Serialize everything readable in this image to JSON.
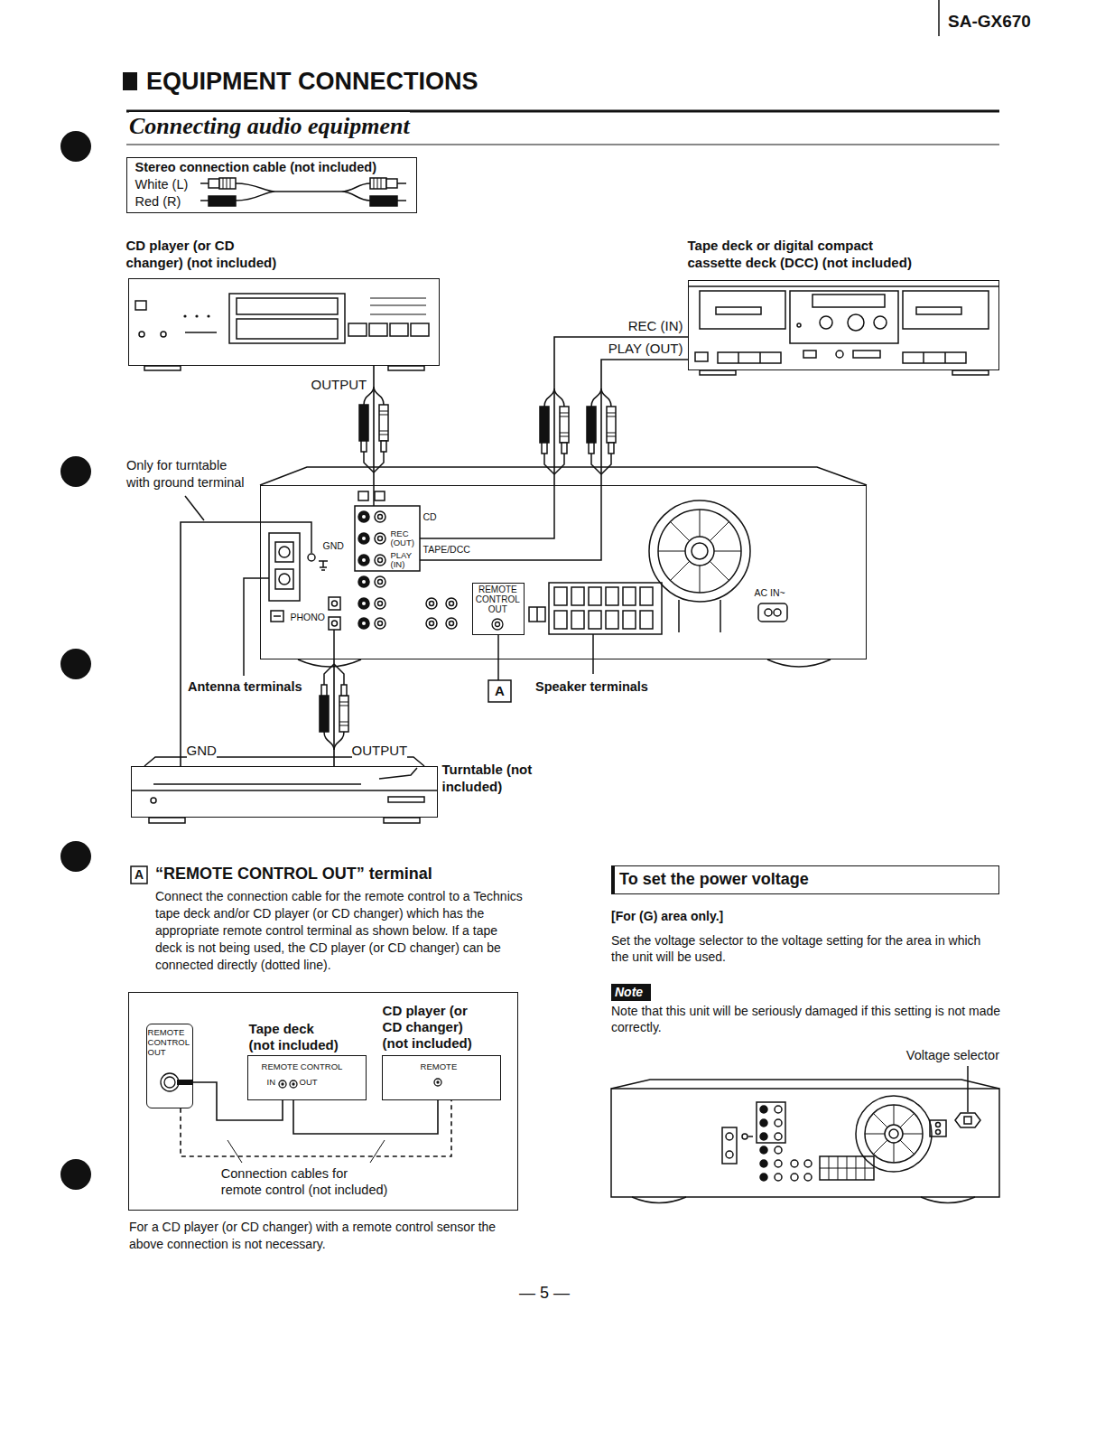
{
  "diagram": {
    "title": "EQUIPMENT CONNECTIONS",
    "nodes": [
      {
        "text": [
          "Stereo connection cable (not included)",
          "White (L)",
          "Red (R)"
        ]
      },
      {
        "text": [
          "CD player (or CD changer) (not included)",
          "OUTPUT"
        ]
      },
      {
        "text": [
          "Tape deck or digital compact cassette deck (DCC) (not included)",
          "REC (IN)",
          "PLAY (OUT)"
        ]
      },
      {
        "text": [
          "CD",
          "REC (OUT)",
          "TAPE/DCC",
          "PLAY (IN)",
          "GND",
          "PHONO",
          "AC IN~"
        ]
      },
      {
        "text": [
          "REMOTE CONTROL OUT"
        ],
        "in": 3
      },
      {
        "text": [
          "Turntable (not included)",
          "GND",
          "OUTPUT"
        ]
      },
      {
        "text": [
          "Connection cables for remote control (not included)"
        ]
      },
      {
        "text": [
          "REMOTE CONTROL OUT"
        ],
        "in": 6
      },
      {
        "text": [
          "Tape deck (not included)",
          "REMOTE CONTROL",
          "IN",
          "OUT"
        ],
        "in": 6
      },
      {
        "text": [
          "CD player (or CD changer) (not included)",
          "REMOTE"
        ],
        "in": 6
      },
      {
        "text": [
          "To set the power voltage"
        ]
      },
      {
        "text": [
          "Note"
        ]
      }
    ],
    "edges": [
      {
        "from": 1,
        "to": 3,
        "arrow": "none"
      },
      {
        "from": 2,
        "to": 3,
        "arrow": "none"
      },
      {
        "from": 2,
        "to": 3,
        "arrow": "none"
      },
      {
        "from": 5,
        "to": 3,
        "arrow": "none"
      },
      {
        "from": 5,
        "to": 3,
        "arrow": "none"
      },
      {
        "from": 7,
        "to": 8,
        "arrow": "none"
      },
      {
        "from": 8,
        "to": 9,
        "arrow": "none"
      },
      {
        "from": 7,
        "to": 9,
        "arrow": "none"
      }
    ],
    "labels": [
      "SA-GX670",
      "Connecting audio equipment",
      "Only for turntable with ground terminal",
      "Antenna terminals",
      "A",
      "Speaker terminals",
      "A",
      "“REMOTE CONTROL OUT” terminal",
      "Connect the connection cable for the remote control to a Technics tape deck and/or CD player (or CD changer) which has the appropriate remote control terminal as shown below. If a tape deck is not being used, the CD player (or CD changer) can be connected directly (dotted line).",
      "For a CD player (or CD changer) with a remote control sensor the above connection is not necessary.",
      "[For (G) area only.]",
      "Set the voltage selector to the voltage setting for the area in which the unit will be used.",
      "Note that this unit will be seriously damaged if this setting is not made correctly.",
      "Voltage selector",
      "— 5 —"
    ]
  }
}
